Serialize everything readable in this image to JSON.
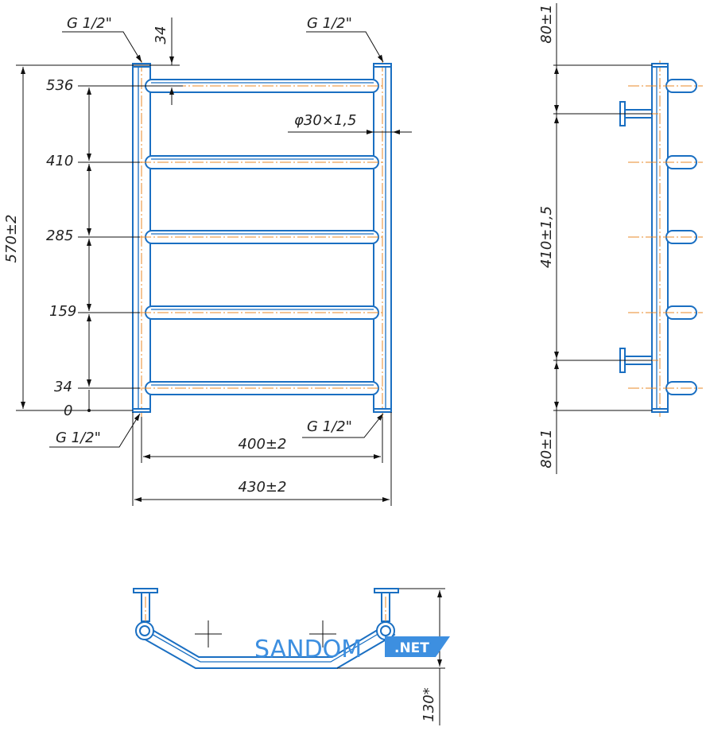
{
  "front_view": {
    "thread_top_left": "G 1/2\"",
    "thread_top_right": "G 1/2\"",
    "thread_bottom_left": "G 1/2\"",
    "thread_bottom_right": "G 1/2\"",
    "top_offset": "34",
    "pipe_spec": "φ30×1,5",
    "overall_height": "570±2",
    "rung_levels": [
      "536",
      "410",
      "285",
      "159",
      "34",
      "0"
    ],
    "center_width": "400±2",
    "overall_width": "430±2"
  },
  "side_view": {
    "top_mount_offset": "80±1",
    "mount_spacing": "410±1,5",
    "bottom_mount_offset": "80±1"
  },
  "plan_view": {
    "depth": "130*"
  },
  "watermark": {
    "brand": "SANDOM",
    "suffix": ".NET",
    "color": "#3d8fe0"
  }
}
